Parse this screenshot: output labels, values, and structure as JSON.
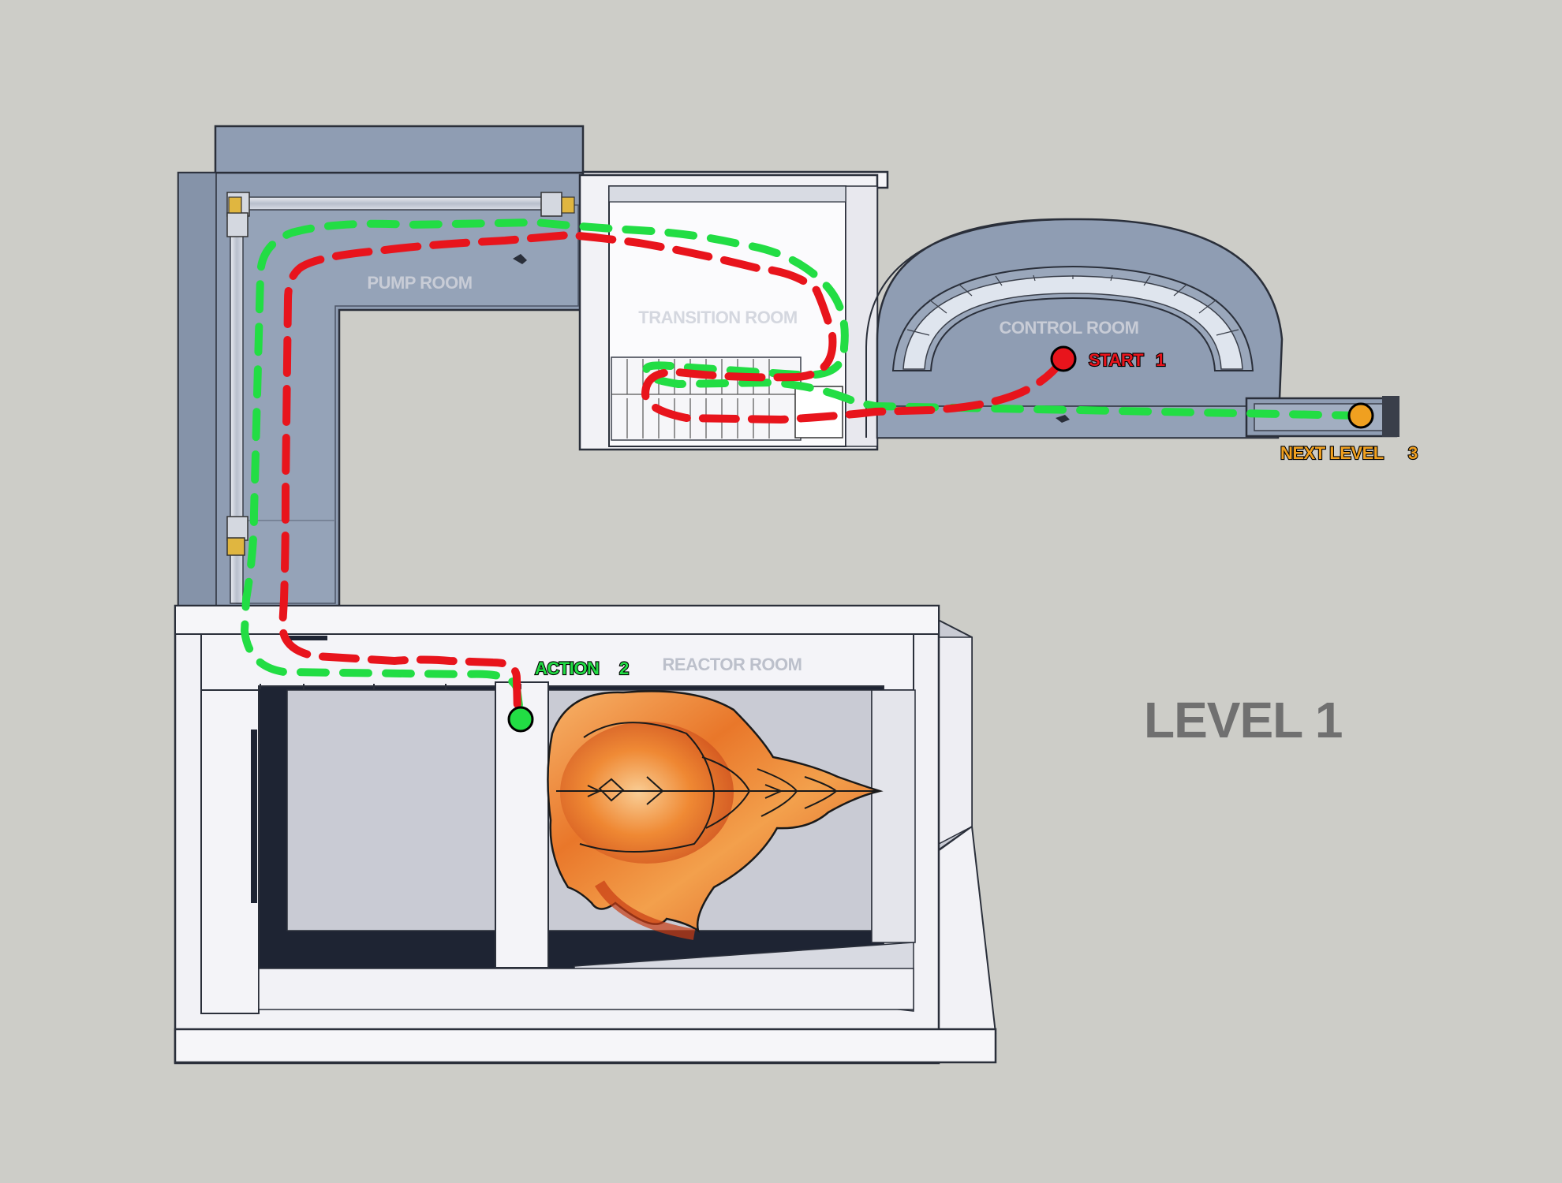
{
  "title": "LEVEL 1",
  "rooms": {
    "pump": "PUMP ROOM",
    "transition": "TRANSITION ROOM",
    "control": "CONTROL ROOM",
    "reactor": "REACTOR ROOM"
  },
  "markers": {
    "start": {
      "label": "START",
      "number": "1",
      "color": "#e8141c"
    },
    "action": {
      "label": "ACTION",
      "number": "2",
      "color": "#22dd44"
    },
    "next": {
      "label": "NEXT LEVEL",
      "number": "3",
      "color": "#f0a020"
    }
  },
  "paths": {
    "red_route": {
      "color": "#e8141c",
      "style": "dashed"
    },
    "green_route": {
      "color": "#22dd44",
      "style": "dashed"
    }
  },
  "colors": {
    "background": "#cdcdc8",
    "wall_blue": "#8f9db3",
    "wall_white": "#f2f2f6",
    "label_gray": "#c8ccd6",
    "title_gray": "#707070"
  }
}
